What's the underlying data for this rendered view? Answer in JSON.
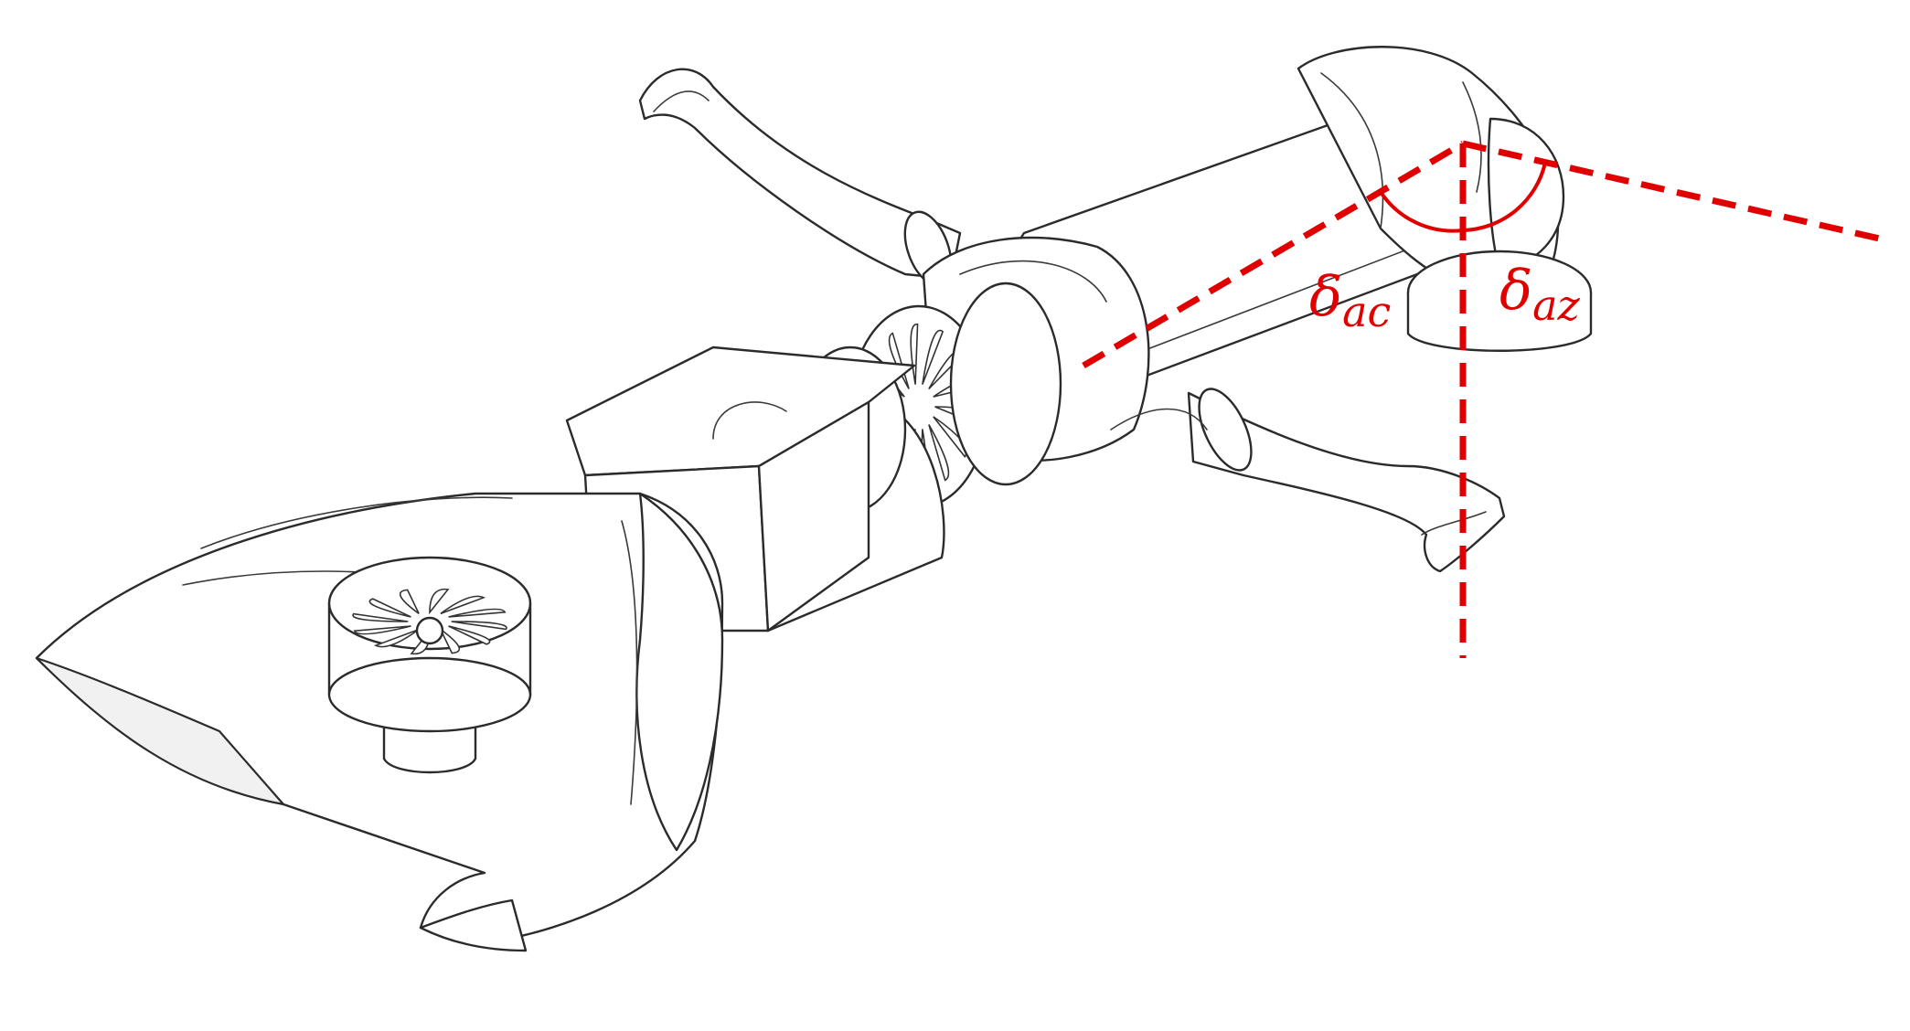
{
  "figure": {
    "angle_labels": [
      {
        "id": "ac",
        "symbol": "δ",
        "subscript": "ac"
      },
      {
        "id": "az",
        "symbol": "δ",
        "subscript": "az"
      }
    ]
  },
  "colors": {
    "annotation": "#e00000",
    "line_art": "#2b2b2b",
    "background": "#ffffff"
  }
}
